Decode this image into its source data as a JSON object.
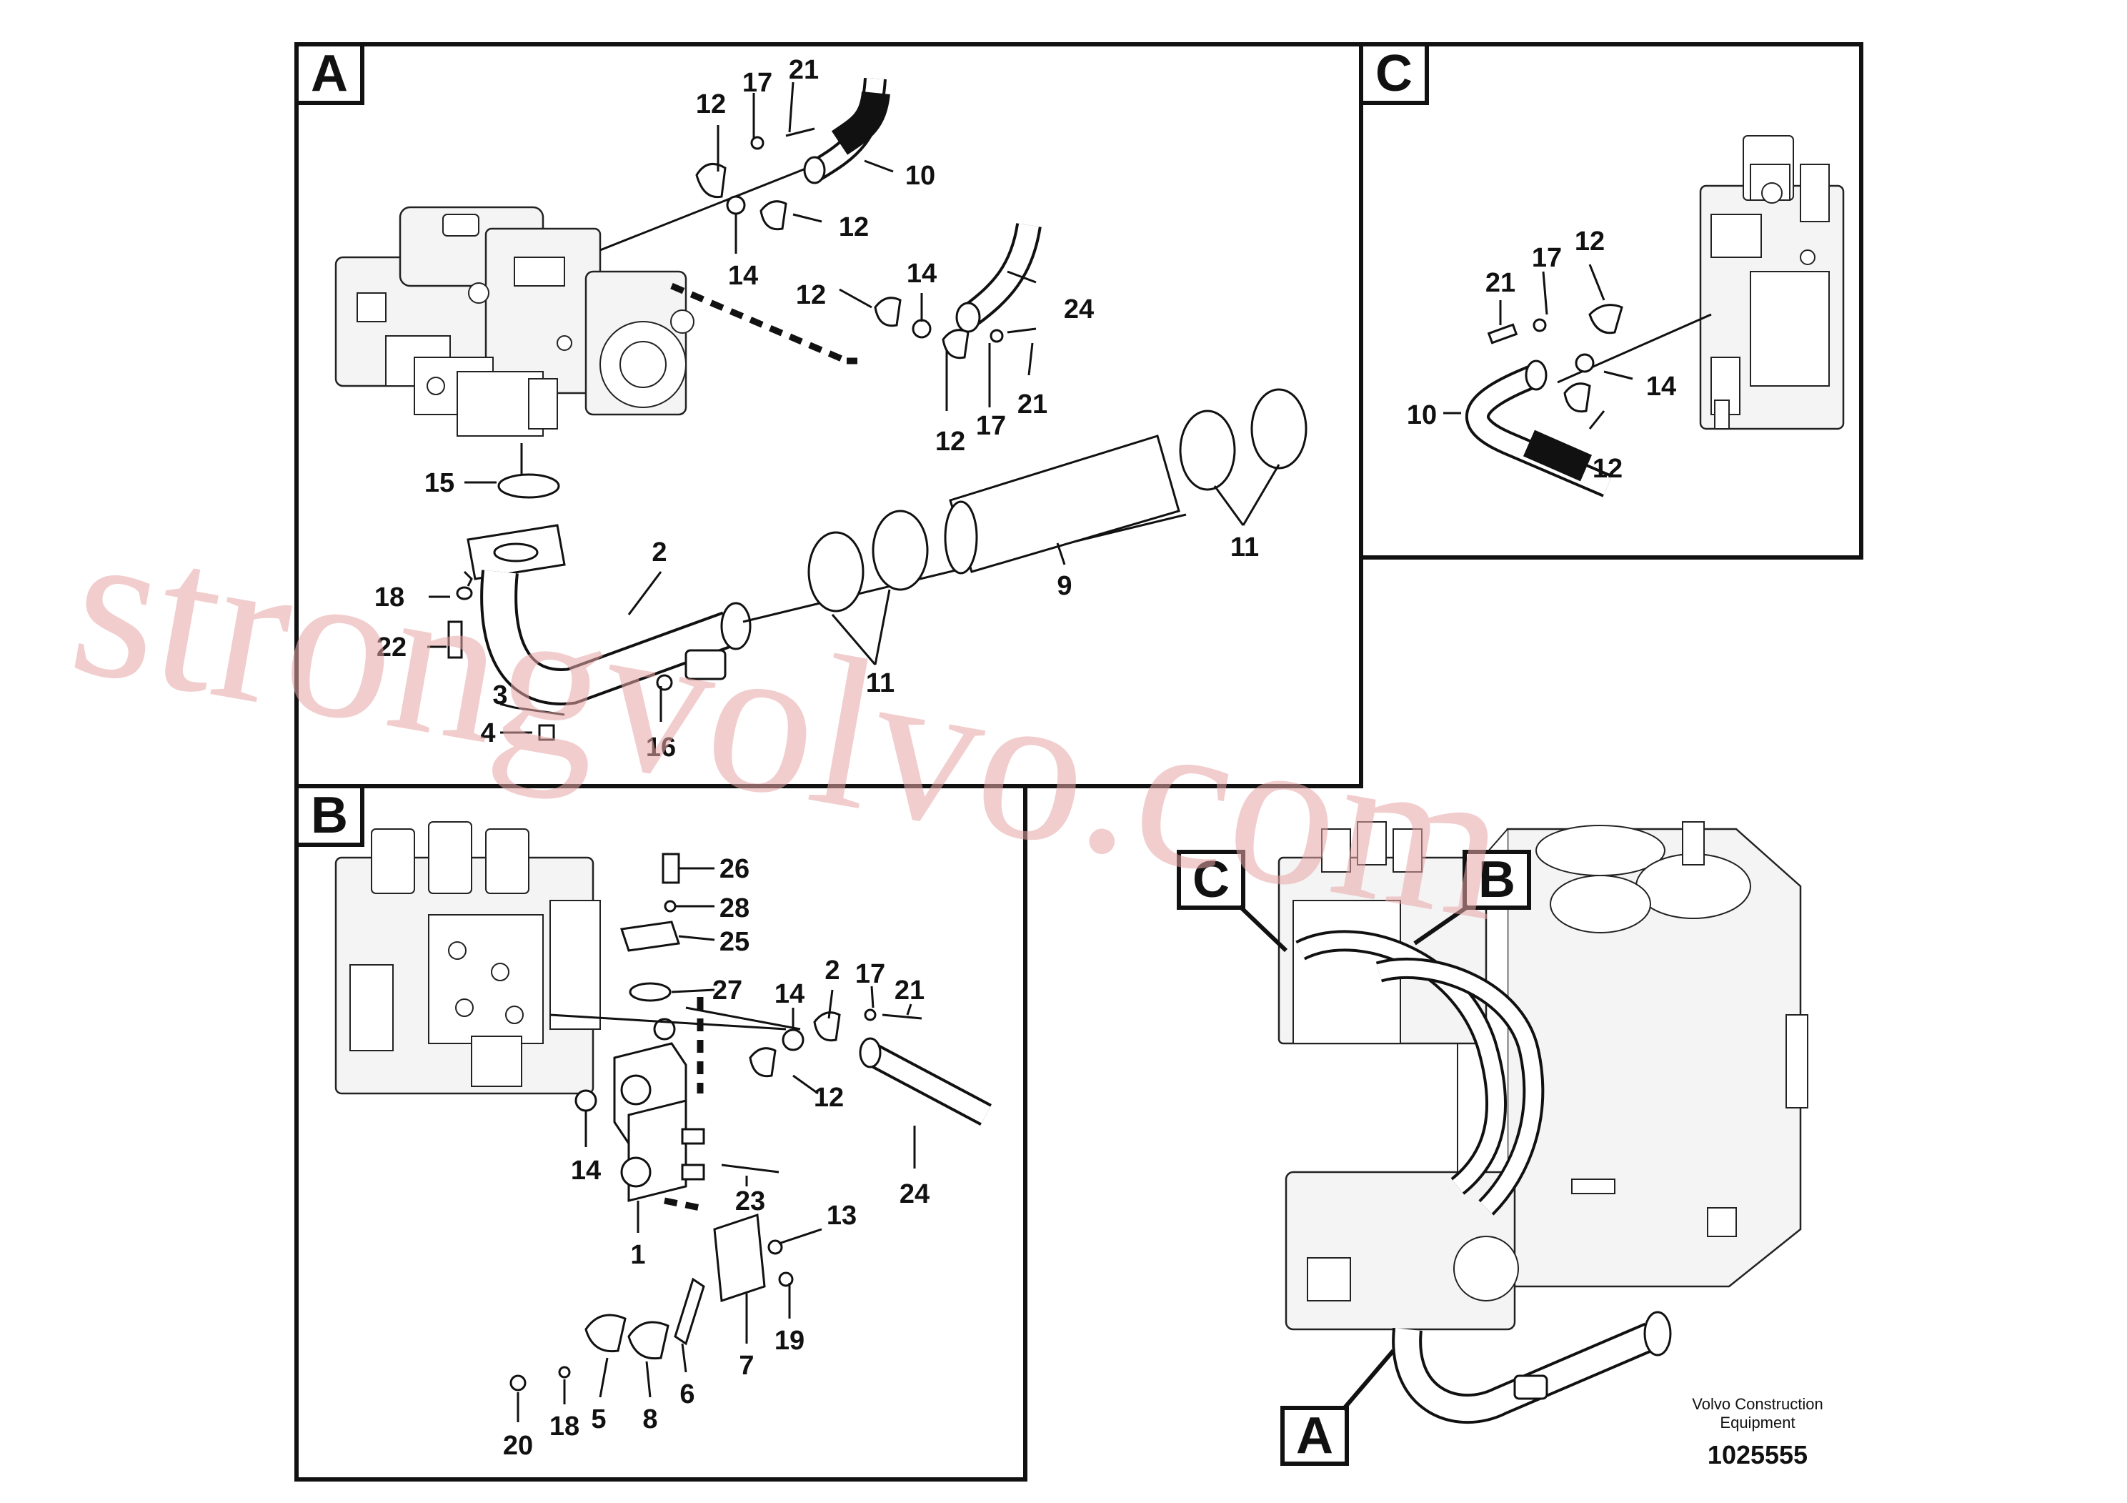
{
  "panels": {
    "a": {
      "letter": "A"
    },
    "b": {
      "letter": "B"
    },
    "c": {
      "letter": "C"
    }
  },
  "overview_callouts": {
    "a": "A",
    "b": "B",
    "c": "C"
  },
  "labels_a": [
    "12",
    "17",
    "21",
    "10",
    "12",
    "14",
    "12",
    "14",
    "24",
    "12",
    "17",
    "21",
    "15",
    "2",
    "18",
    "22",
    "3",
    "4",
    "16",
    "11",
    "9",
    "11"
  ],
  "labels_b": [
    "26",
    "28",
    "25",
    "27",
    "14",
    "2",
    "17",
    "21",
    "14",
    "12",
    "24",
    "23",
    "1",
    "13",
    "19",
    "7",
    "6",
    "8",
    "5",
    "18",
    "20"
  ],
  "labels_c": [
    "17",
    "12",
    "21",
    "14",
    "10",
    "12"
  ],
  "watermark": "strongvolvo.com",
  "footer": {
    "line1": "Volvo Construction",
    "line2": "Equipment",
    "number": "1025555"
  }
}
